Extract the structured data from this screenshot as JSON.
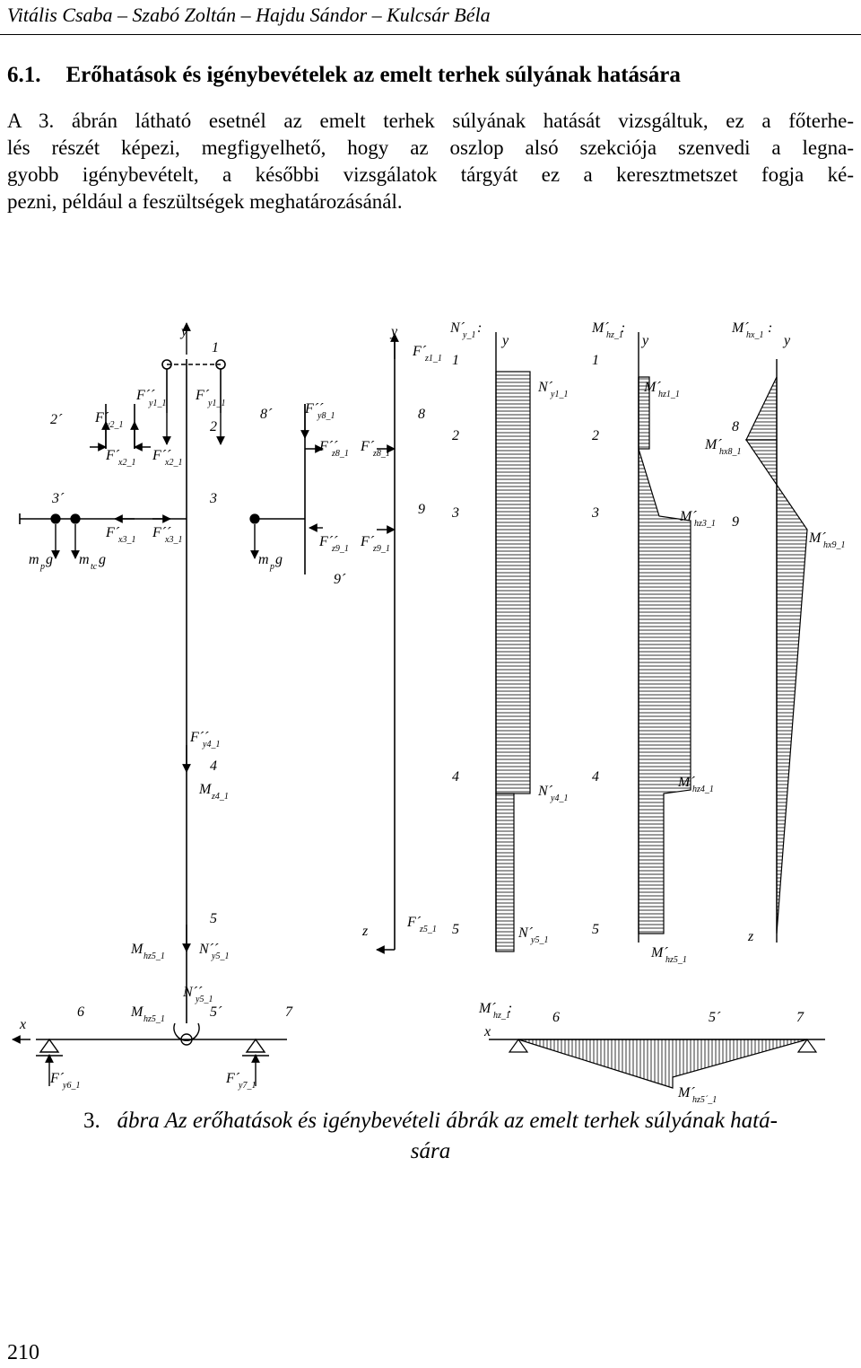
{
  "header": {
    "authors": "Vitális Csaba – Szabó Zoltán – Hajdu Sándor – Kulcsár Béla"
  },
  "section": {
    "number": "6.1.",
    "title": "Erőhatások és igénybevételek az emelt terhek súlyának hatására"
  },
  "body_lines": [
    "A 3. ábrán látható esetnél az emelt terhek súlyának hatását vizsgáltuk, ez a főterhe-",
    "lés részét képezi, megfigyelhető, hogy az oszlop alsó szekciója szenvedi a legna-",
    "gyobb igénybevételt, a későbbi vizsgálatok tárgyát ez a keresztmetszet fogja ké-",
    "pezni, például a feszültségek meghatározásánál."
  ],
  "figure": {
    "labels": {
      "axis_y": "y",
      "axis_z": "z",
      "axis_x": "x",
      "n1": "1",
      "n2": "2",
      "n2p": "2´",
      "n3": "3",
      "n3p": "3´",
      "n4": "4",
      "n5": "5",
      "n5p": "5´",
      "n6": "6",
      "n7": "7",
      "n8": "8",
      "n8p": "8´",
      "n9": "9",
      "n9p": "9´",
      "F_main": "F´",
      "F_dd": "F´´",
      "N_main": "N´",
      "N_dd": "N´´",
      "M_main": "M´",
      "M_plain": "M",
      "mp_m": "m",
      "mp_sub": "p",
      "mtc_sub": "tc",
      "g": "g",
      "colon": ":",
      "s_y1": "y1_1",
      "s_y2": "y2_1",
      "s_x2": "x2_1",
      "s_x3": "x3_1",
      "s_y8": "y8_1",
      "s_z8": "z8_1",
      "s_z9": "z9_1",
      "s_z1": "z1_1",
      "s_y4": "y4_1",
      "s_z4": "z4_1",
      "s_y5": "y5_1",
      "s_z5": "z5_1",
      "s_hz5": "hz5_1",
      "s_y6": "y6_1",
      "s_y7": "y7_1",
      "s_y_1": "y_1",
      "s_hz_1": "hz_1",
      "s_hx_1": "hx_1",
      "s_hz1": "hz1_1",
      "s_hx8": "hx8_1",
      "s_hz3": "hz3_1",
      "s_hx9": "hx9_1",
      "s_hz4": "hz4_1",
      "s_hz5p": "hz5´_1"
    }
  },
  "caption": {
    "number": "3.",
    "label": "ábra",
    "line1": "Az erőhatások és igénybevételi ábrák az emelt terhek súlyának hatá-",
    "line2": "sára"
  },
  "page_number": "210"
}
